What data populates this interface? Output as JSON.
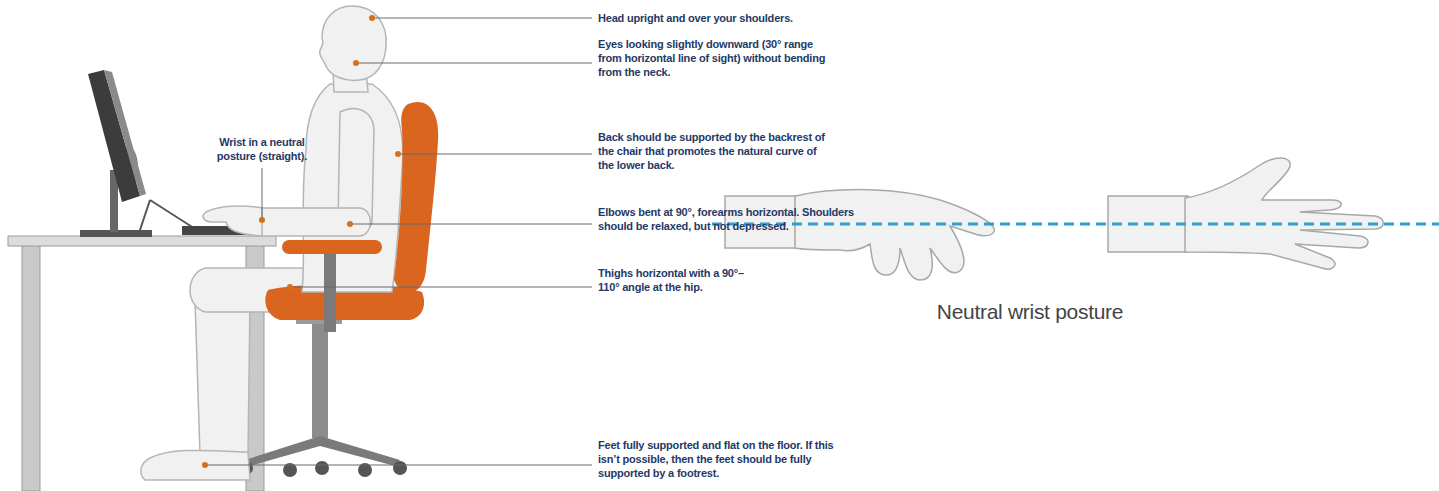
{
  "diagram": {
    "labels": [
      "Head upright and over your shoulders.",
      "Eyes looking slightly downward (30° range from horizontal line of sight) without bending from the neck.",
      "Wrist in a neutral posture (straight).",
      "Back should be supported by the backrest of the chair that promotes the natural curve of the lower back.",
      "Elbows bent at 90°, forearms horizontal. Shoulders should be relaxed, but not depressed.",
      "Thighs horizontal with a 90°–110° angle at the hip.",
      "Feet fully supported and flat on the floor. If this isn’t possible, then the feet should be fully supported by a footrest.",
      "Neutral wrist posture"
    ]
  }
}
